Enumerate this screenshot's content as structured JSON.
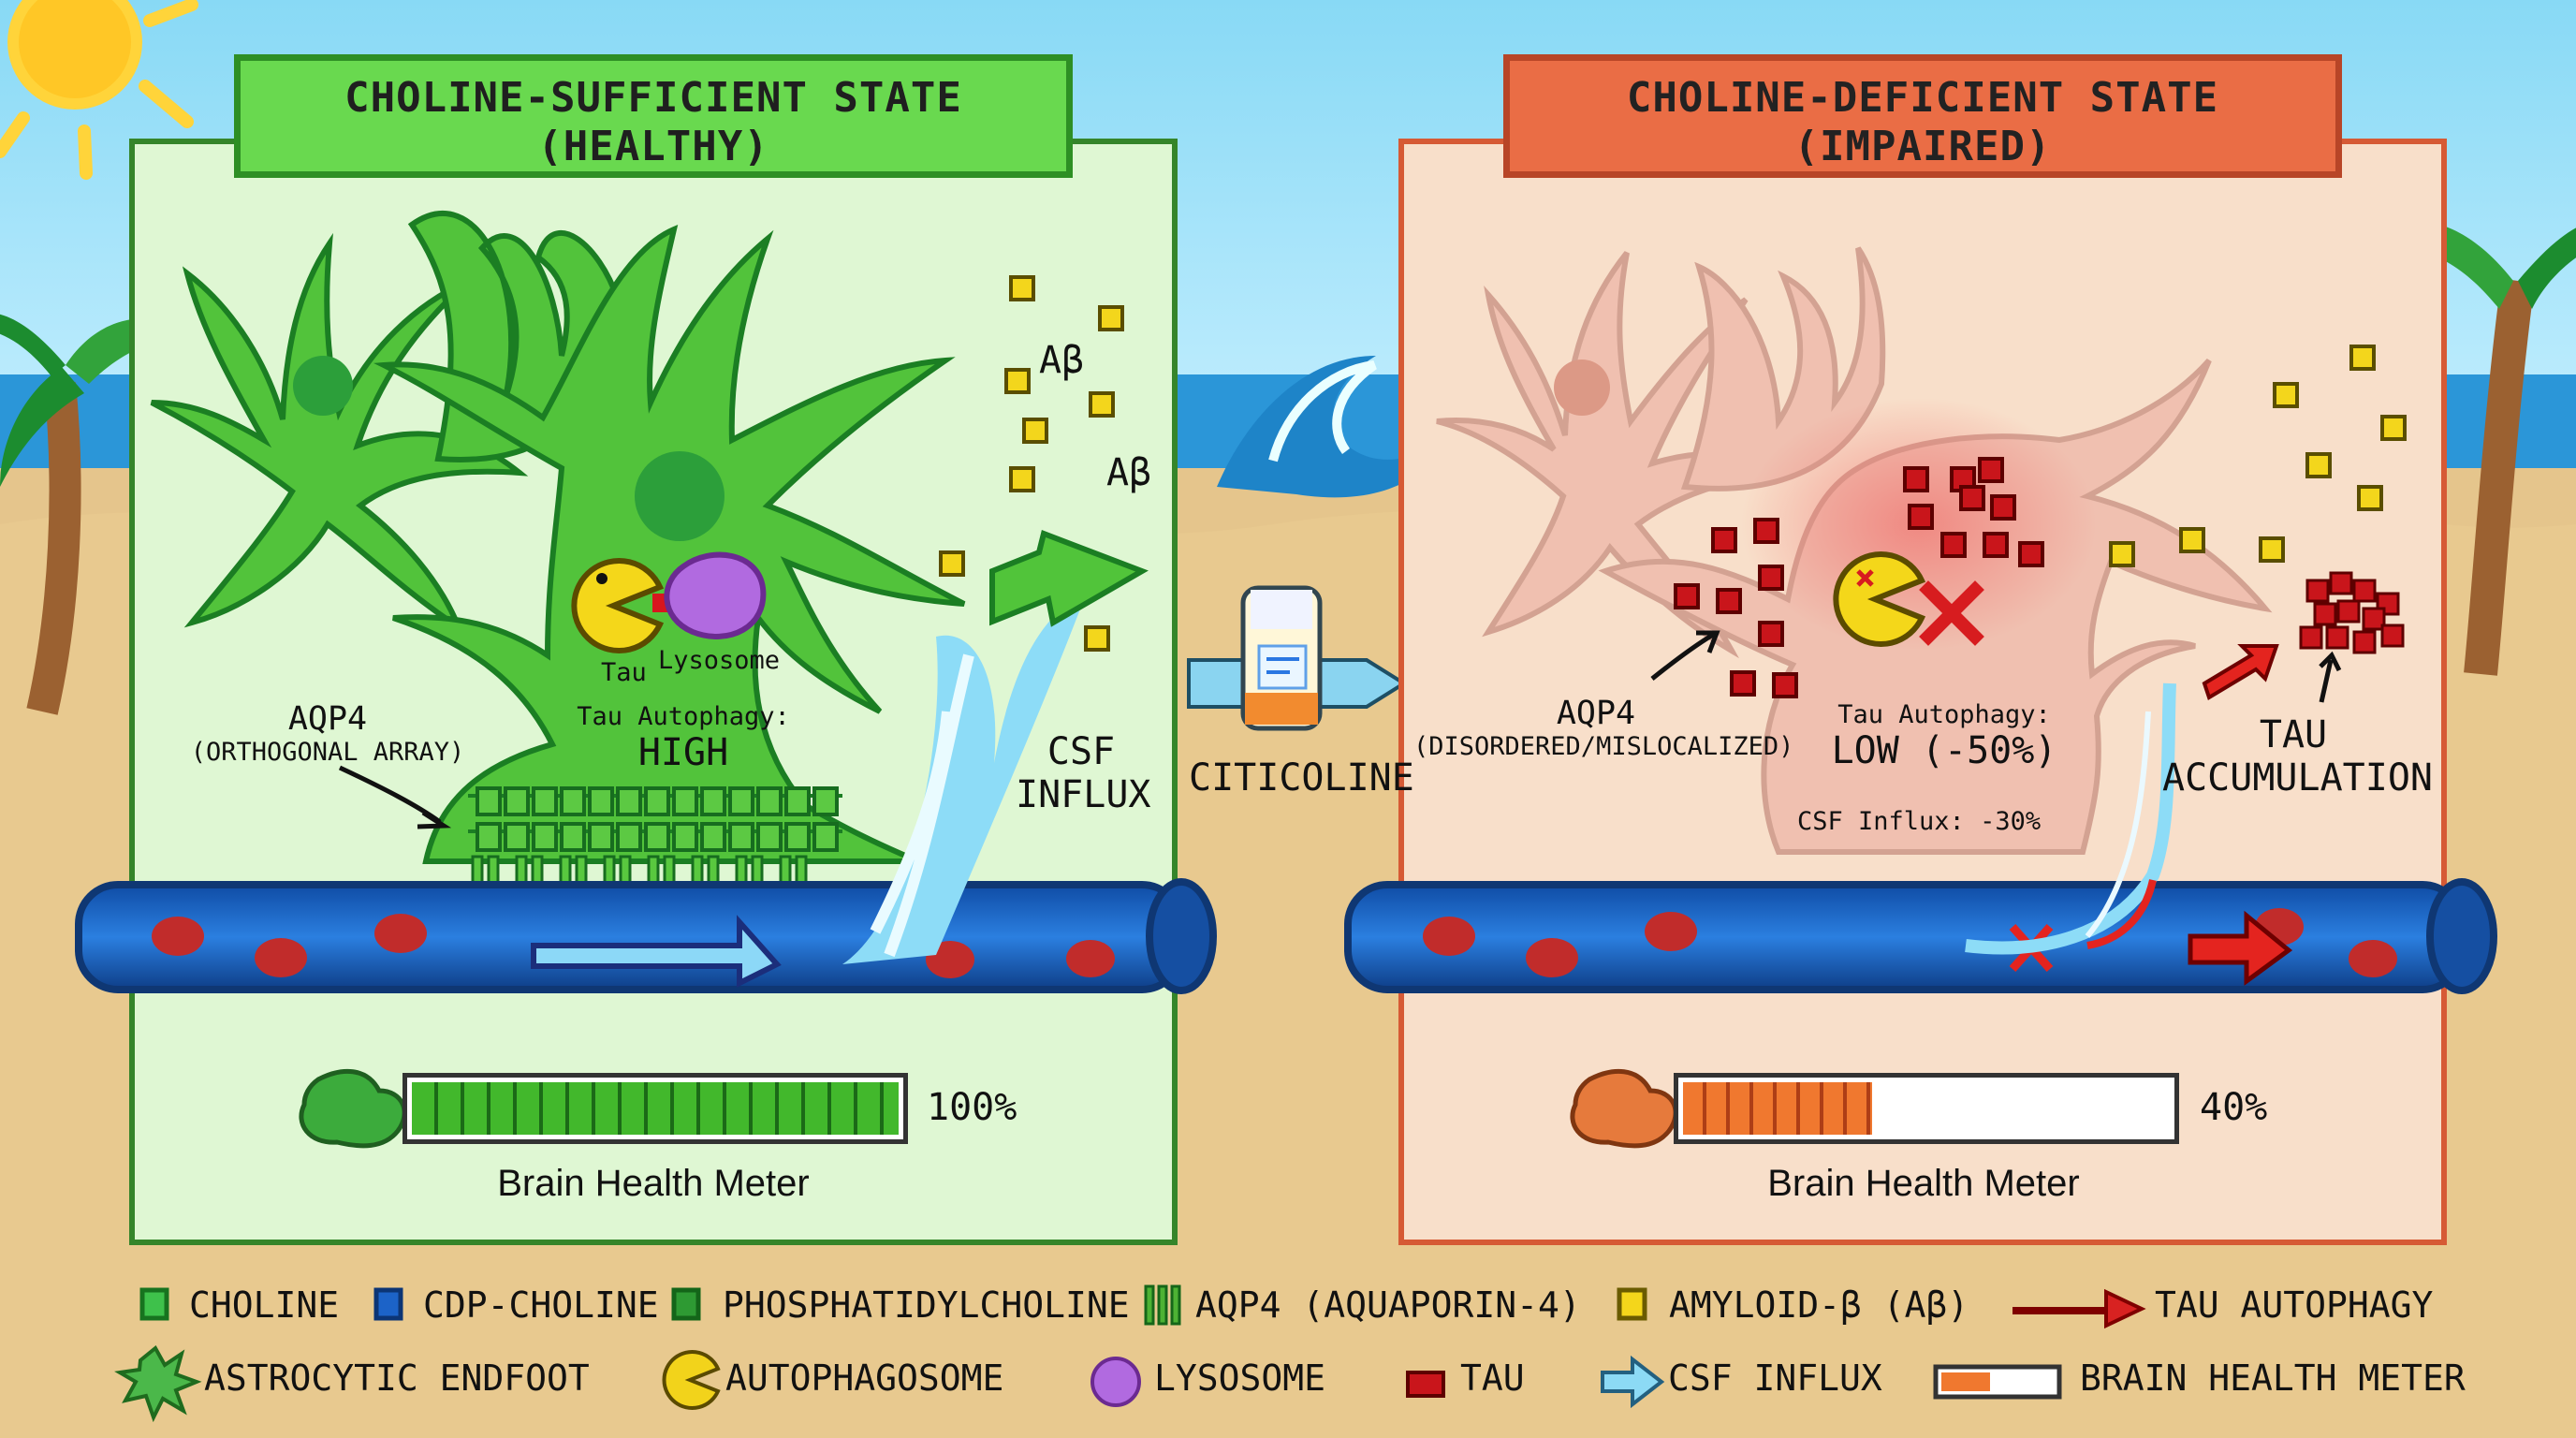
{
  "left": {
    "title_line1": "CHOLINE-SUFFICIENT STATE",
    "title_line2": "(HEALTHY)",
    "tau": "Tau",
    "lysosome": "Lysosome",
    "amyloid_label_1": "Aβ",
    "amyloid_label_2": "Aβ",
    "aqp4_line1": "AQP4",
    "aqp4_line2": "(ORTHOGONAL ARRAY)",
    "autophagy_label": "Tau Autophagy:",
    "autophagy_value": "HIGH",
    "csf_line1": "CSF",
    "csf_line2": "INFLUX",
    "meter_value": "100%",
    "meter_label": "Brain Health Meter",
    "health_fraction": 1.0
  },
  "center": {
    "label": "CITICOLINE"
  },
  "right": {
    "title_line1": "CHOLINE-DEFICIENT STATE",
    "title_line2": "(IMPAIRED)",
    "aqp4_line1": "AQP4",
    "aqp4_line2": "(DISORDERED/MISLOCALIZED)",
    "autophagy_label": "Tau Autophagy:",
    "autophagy_value": "LOW (-50%)",
    "csf_effect": "CSF Influx: -30%",
    "tau_line1": "TAU",
    "tau_line2": "ACCUMULATION",
    "meter_value": "40%",
    "meter_label": "Brain Health Meter",
    "health_fraction": 0.4
  },
  "legend": {
    "row1": [
      "CHOLINE",
      "CDP-CHOLINE",
      "PHOSPHATIDYLCHOLINE",
      "AQP4 (AQUAPORIN-4)",
      "AMYLOID-β (Aβ)",
      "TAU AUTOPHAGY"
    ],
    "row2": [
      "ASTROCYTIC ENDFOOT",
      "AUTOPHAGOSOME",
      "LYSOSOME",
      "TAU",
      "CSF INFLUX",
      "BRAIN HEALTH METER"
    ]
  },
  "colors": {
    "healthy_green": "#53c53c",
    "impaired_orange": "#e96e45",
    "vessel_blue": "#1b63b8",
    "csf_blue": "#8bdcf6",
    "amyloid_yellow": "#f4d51d",
    "tau_red": "#c9151b",
    "lysosome_purple": "#b16ae0"
  },
  "icons": {
    "sun": "sun-icon",
    "palm_left": "palm-tree-icon",
    "palm_right": "palm-tree-icon",
    "wave": "wave-icon",
    "left_brain": "brain-icon",
    "right_brain": "brain-icon",
    "citicoline": "medicine-bottle-icon"
  }
}
